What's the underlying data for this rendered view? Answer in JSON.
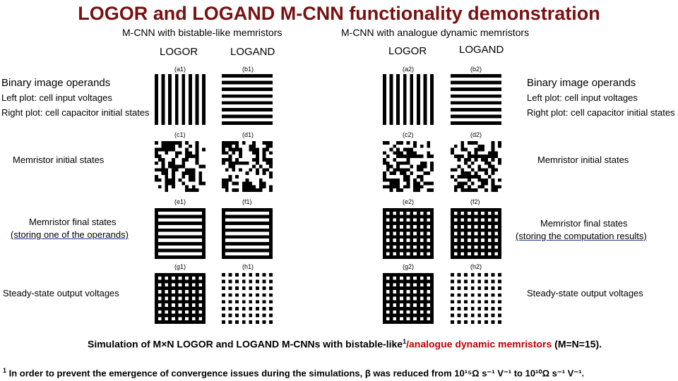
{
  "title": "LOGOR and LOGAND M-CNN functionality demonstration",
  "left_section": {
    "heading": "M-CNN with bistable-like memristors",
    "col1": "LOGOR",
    "col2": "LOGAND",
    "row_labels": {
      "binary": "Binary image operands",
      "left_plot": "Left plot: cell input voltages",
      "right_plot": "Right plot: cell capacitor initial states",
      "initial": "Memristor initial states",
      "final_line1": "Memristor final states",
      "final_line2": "(storing one of the operands)",
      "steady": "Steady-state output voltages"
    }
  },
  "right_section": {
    "heading": "M-CNN with analogue dynamic memristors",
    "col1": "LOGOR",
    "col2": "LOGAND",
    "row_labels": {
      "binary": "Binary image operands",
      "left_plot": "Left plot: cell input voltages",
      "right_plot": "Right plot: cell capacitor initial states",
      "initial": "Memristor initial states",
      "final_line1": "Memristor final states",
      "final_line2": "(storing the computation results)",
      "steady": "Steady-state output voltages"
    }
  },
  "panels": {
    "a1": "(a1)",
    "b1": "(b1)",
    "a2": "(a2)",
    "b2": "(b2)",
    "c1": "(c1)",
    "d1": "(d1)",
    "c2": "(c2)",
    "d2": "(d2)",
    "e1": "(e1)",
    "f1": "(f1)",
    "e2": "(e2)",
    "f2": "(f2)",
    "g1": "(g1)",
    "h1": "(h1)",
    "g2": "(g2)",
    "h2": "(h2)"
  },
  "grid_size": 15,
  "caption": {
    "part1": "Simulation of M×N LOGOR and LOGAND M-CNNs with bistable-like",
    "sup": "1",
    "part2": "/analogue dynamic memristors",
    "part3": " (M=N=15)."
  },
  "footnote": {
    "sup": "1",
    "text": " In order to prevent the emergence of convergence issues during the simulations, β was reduced from 10¹⁵Ω s⁻¹ V⁻¹ to 10¹⁰Ω s⁻¹ V⁻¹."
  },
  "colors": {
    "title": "#7a1010",
    "caption_red": "#c00000",
    "underline": "#1f3b8f"
  }
}
